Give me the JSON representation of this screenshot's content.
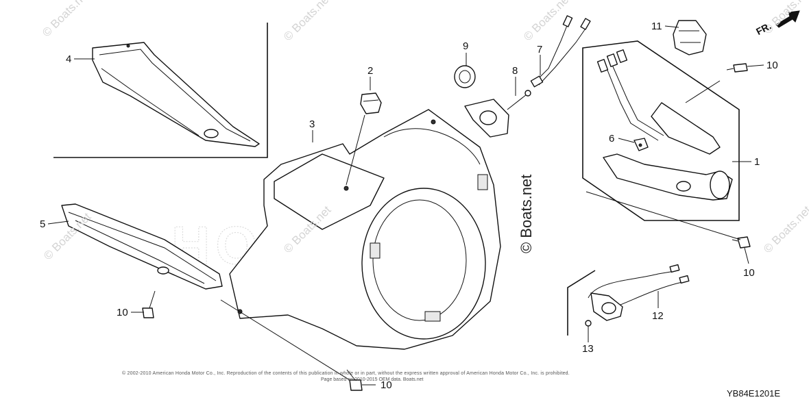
{
  "diagram": {
    "part_callouts": [
      "1",
      "2",
      "3",
      "4",
      "5",
      "6",
      "7",
      "8",
      "9",
      "10",
      "10",
      "10",
      "10",
      "11",
      "12",
      "13"
    ],
    "direction_label": "FR.",
    "watermark_text": "© Boats.net",
    "brand_watermark": "© Boats.net",
    "background_logo": "HONDA",
    "copyright_line1": "© 2002-2010 American Honda Motor Co., Inc. Reproduction of the contents of this publication in whole or in part, without the express written approval of American Honda Motor Co., Inc. is prohibited.",
    "copyright_line2": "Page based on 2010-2015 OEM data. Boats.net",
    "diagram_code": "YB84E1201E"
  }
}
